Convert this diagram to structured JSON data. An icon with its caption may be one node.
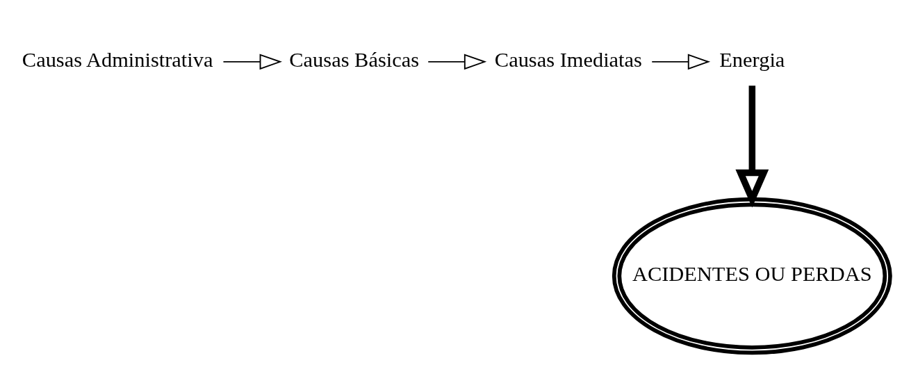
{
  "diagram": {
    "nodes": [
      {
        "text": [
          "Causas Administrativa"
        ]
      },
      {
        "text": [
          "Causas Básicas"
        ]
      },
      {
        "text": [
          "Causas Imediatas"
        ]
      },
      {
        "text": [
          "Energia"
        ]
      },
      {
        "text": [
          "ACIDENTES OU PERDAS"
        ]
      }
    ],
    "edges": [
      {
        "from": 0,
        "to": 1,
        "arrow": "to"
      },
      {
        "from": 1,
        "to": 2,
        "arrow": "to"
      },
      {
        "from": 2,
        "to": 3,
        "arrow": "to"
      },
      {
        "from": 3,
        "to": 4,
        "arrow": "to",
        "style": "thick"
      }
    ]
  }
}
